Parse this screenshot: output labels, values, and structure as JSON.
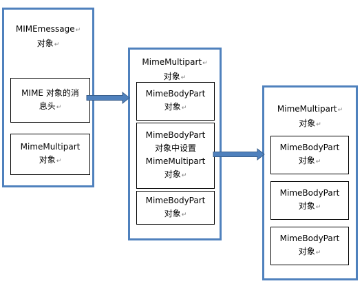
{
  "paragraph_mark": "↵",
  "box1": {
    "title": [
      "MIMEmessage",
      "对象"
    ],
    "items": [
      {
        "lines": [
          "MIME 对象的消",
          "息头"
        ]
      },
      {
        "lines": [
          "MimeMultipart",
          "对象"
        ]
      }
    ]
  },
  "box2": {
    "title": [
      "MimeMultipart",
      "对象"
    ],
    "items": [
      {
        "lines": [
          "MimeBodyPart",
          "对象"
        ]
      },
      {
        "lines": [
          "MimeBodyPart",
          "对象中设置",
          "MimeMultipart",
          "对象"
        ]
      },
      {
        "lines": [
          "MimeBodyPart",
          "对象"
        ]
      }
    ]
  },
  "box3": {
    "title": [
      "MimeMultipart",
      "对象"
    ],
    "items": [
      {
        "lines": [
          "MimeBodyPart",
          "对象"
        ]
      },
      {
        "lines": [
          "MimeBodyPart",
          "对象"
        ]
      },
      {
        "lines": [
          "MimeBodyPart",
          "对象"
        ]
      }
    ]
  },
  "colors": {
    "container_border": "#4f81bd",
    "arrow_fill": "#4f81bd",
    "arrow_stroke": "#385d8a"
  }
}
